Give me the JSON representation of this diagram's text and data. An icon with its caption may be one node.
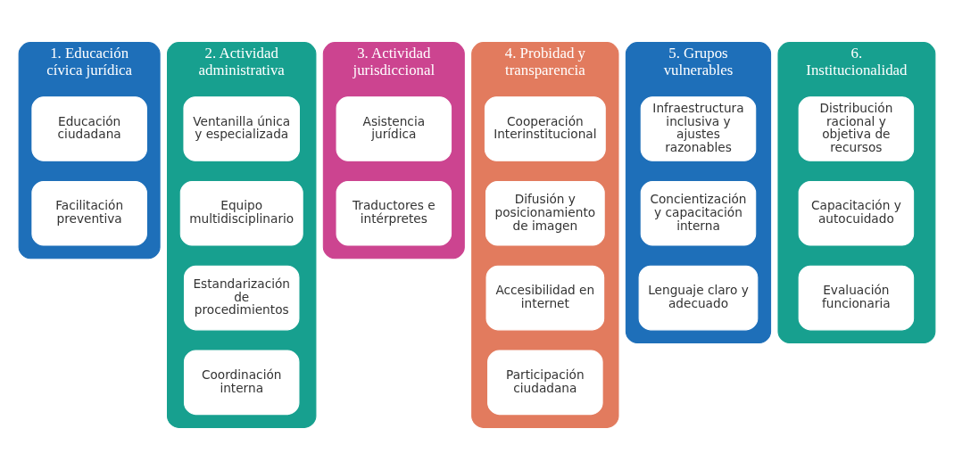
{
  "diagram": {
    "nodes": [
      {
        "text": [
          "1. Educación cívica jurídica"
        ]
      },
      {
        "text": [
          "Educación ciudadana"
        ],
        "in": 0
      },
      {
        "text": [
          "Facilitación preventiva"
        ],
        "in": 0
      },
      {
        "text": [
          "2. Actividad administrativa"
        ]
      },
      {
        "text": [
          "Ventanilla única y especializada"
        ],
        "in": 3
      },
      {
        "text": [
          "Equipo multidisciplinario"
        ],
        "in": 3
      },
      {
        "text": [
          "Estandarización de procedimientos"
        ],
        "in": 3
      },
      {
        "text": [
          "Coordinación interna"
        ],
        "in": 3
      },
      {
        "text": [
          "3. Actividad jurisdiccional"
        ]
      },
      {
        "text": [
          "Asistencia jurídica"
        ],
        "in": 8
      },
      {
        "text": [
          "Traductores e intérpretes"
        ],
        "in": 8
      },
      {
        "text": [
          "4. Probidad y transparencia"
        ]
      },
      {
        "text": [
          "Cooperación Interinstitucional"
        ],
        "in": 11
      },
      {
        "text": [
          "Difusión y posicionamiento de imagen"
        ],
        "in": 11
      },
      {
        "text": [
          "Accesibilidad en internet"
        ],
        "in": 11
      },
      {
        "text": [
          "Participación ciudadana"
        ],
        "in": 11
      },
      {
        "text": [
          "5. Grupos vulnerables"
        ]
      },
      {
        "text": [
          "Infraestructura inclusiva y ajustes razonables"
        ],
        "in": 16
      },
      {
        "text": [
          "Concientización y capacitación interna"
        ],
        "in": 16
      },
      {
        "text": [
          "Lenguaje claro y adecuado"
        ],
        "in": 16
      },
      {
        "text": [
          "6. Institucionalidad"
        ]
      },
      {
        "text": [
          "Distribución racional y objetiva de recursos"
        ],
        "in": 20
      },
      {
        "text": [
          "Capacitación y autocuidado"
        ],
        "in": 20
      },
      {
        "text": [
          "Evaluación funcionaria"
        ],
        "in": 20
      }
    ],
    "edges": []
  }
}
